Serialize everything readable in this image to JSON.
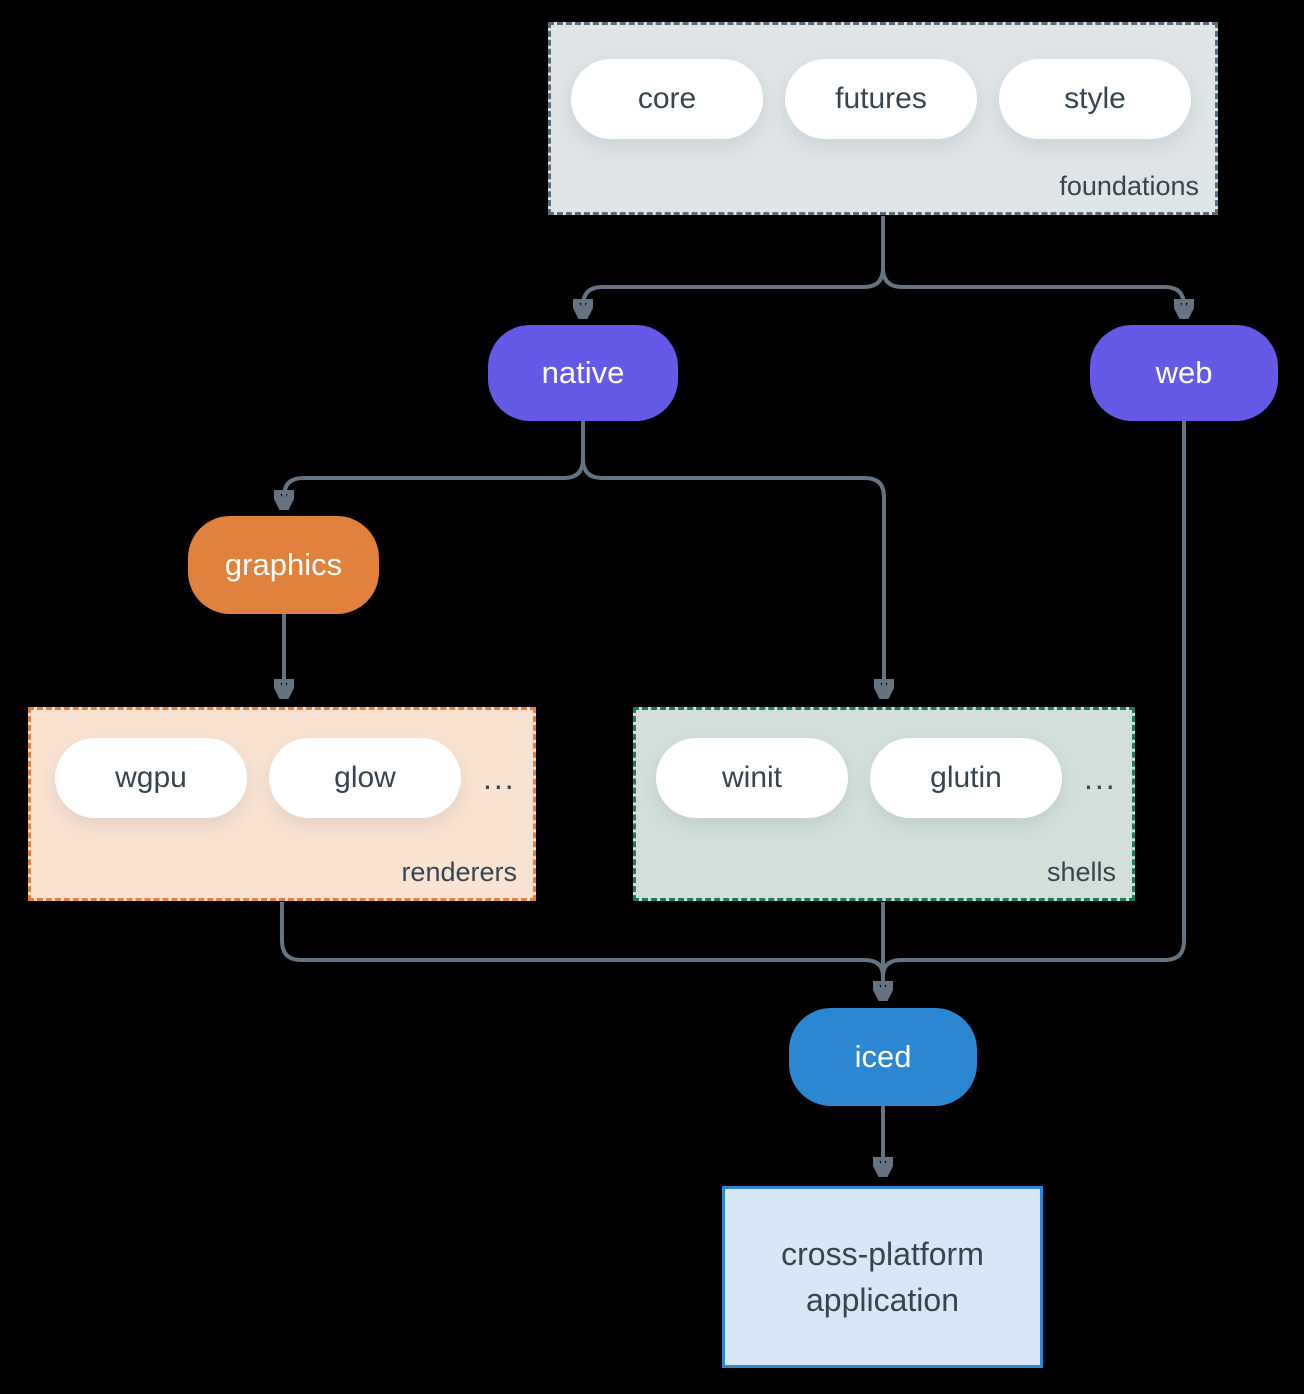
{
  "groups": {
    "foundations": {
      "label": "foundations",
      "pills": [
        "core",
        "futures",
        "style"
      ]
    },
    "renderers": {
      "label": "renderers",
      "pills": [
        "wgpu",
        "glow"
      ],
      "ellipsis": "..."
    },
    "shells": {
      "label": "shells",
      "pills": [
        "winit",
        "glutin"
      ],
      "ellipsis": "..."
    }
  },
  "nodes": {
    "native": "native",
    "web": "web",
    "graphics": "graphics",
    "iced": "iced",
    "application": "cross-platform application"
  },
  "edges": [
    {
      "from": "foundations",
      "to": "native"
    },
    {
      "from": "foundations",
      "to": "web"
    },
    {
      "from": "native",
      "to": "graphics"
    },
    {
      "from": "native",
      "to": "shells"
    },
    {
      "from": "graphics",
      "to": "renderers"
    },
    {
      "from": "renderers",
      "to": "iced"
    },
    {
      "from": "shells",
      "to": "iced"
    },
    {
      "from": "web",
      "to": "iced"
    },
    {
      "from": "iced",
      "to": "application"
    }
  ],
  "colors": {
    "background": "#000000",
    "line": "#667381",
    "dark_text": "#36454f",
    "pill_bg": "#ffffff",
    "purple_node": "#655ae8",
    "orange_node": "#e0813d",
    "blue_node": "#2c87d2",
    "foundations_bg": "#dfe4e7",
    "foundations_border": "#5a6b7a",
    "renderers_bg": "#fae3d3",
    "renderers_border": "#e0813d",
    "shells_bg": "#d3e0da",
    "shells_border": "#1f7a63",
    "application_bg": "#d8e7f6",
    "application_border": "#2c87d2"
  }
}
